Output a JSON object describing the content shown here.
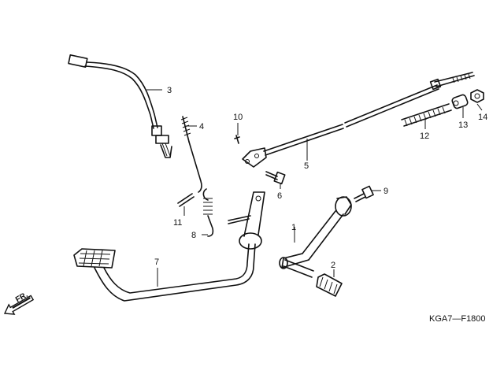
{
  "diagram": {
    "code": "KGA7—F1800",
    "direction_label": "FR.",
    "callouts": [
      "1",
      "2",
      "3",
      "4",
      "5",
      "6",
      "7",
      "8",
      "9",
      "10",
      "11",
      "12",
      "13",
      "14"
    ]
  }
}
